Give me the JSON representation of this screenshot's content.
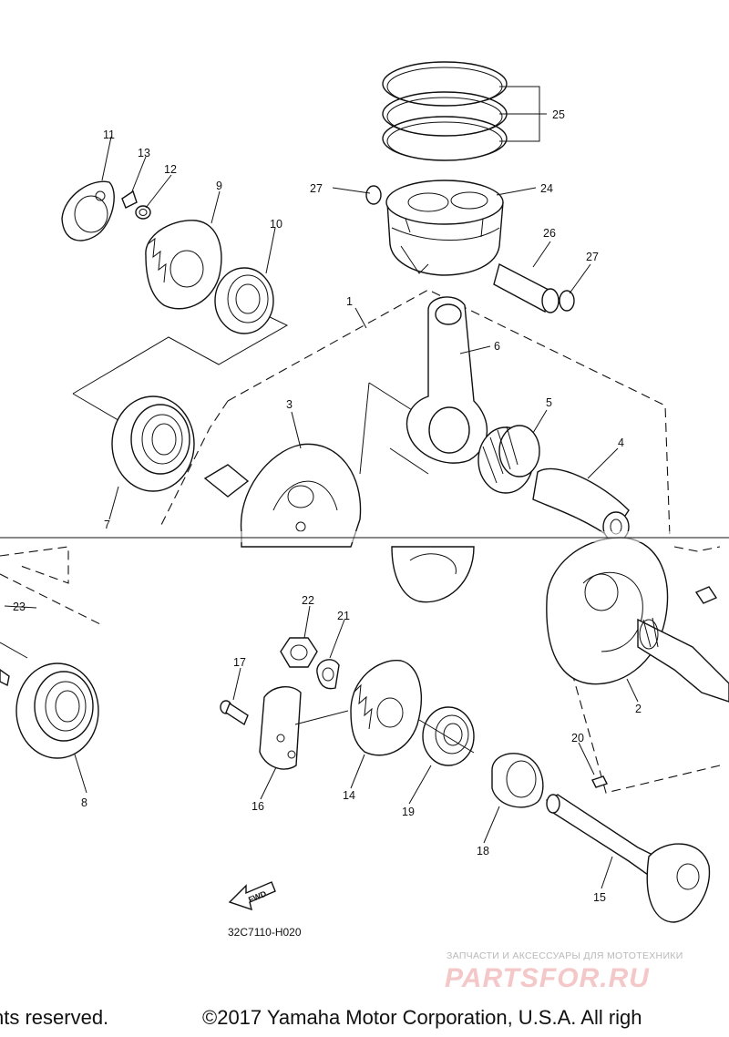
{
  "diagram": {
    "callouts": [
      {
        "id": "c1",
        "label": "1"
      },
      {
        "id": "c2",
        "label": "2"
      },
      {
        "id": "c3",
        "label": "3"
      },
      {
        "id": "c4",
        "label": "4"
      },
      {
        "id": "c5",
        "label": "5"
      },
      {
        "id": "c6",
        "label": "6"
      },
      {
        "id": "c7",
        "label": "7"
      },
      {
        "id": "c8",
        "label": "8"
      },
      {
        "id": "c9",
        "label": "9"
      },
      {
        "id": "c10",
        "label": "10"
      },
      {
        "id": "c11",
        "label": "11"
      },
      {
        "id": "c12",
        "label": "12"
      },
      {
        "id": "c13",
        "label": "13"
      },
      {
        "id": "c14",
        "label": "14"
      },
      {
        "id": "c15",
        "label": "15"
      },
      {
        "id": "c16",
        "label": "16"
      },
      {
        "id": "c17",
        "label": "17"
      },
      {
        "id": "c18",
        "label": "18"
      },
      {
        "id": "c19",
        "label": "19"
      },
      {
        "id": "c20",
        "label": "20"
      },
      {
        "id": "c21",
        "label": "21"
      },
      {
        "id": "c22",
        "label": "22"
      },
      {
        "id": "c23",
        "label": "23"
      },
      {
        "id": "c24",
        "label": "24"
      },
      {
        "id": "c25",
        "label": "25"
      },
      {
        "id": "c26",
        "label": "26"
      },
      {
        "id": "c27a",
        "label": "27"
      },
      {
        "id": "c27b",
        "label": "27"
      }
    ],
    "fwd_label": "FWD",
    "drawing_code": "32C7110-H020"
  },
  "watermark": {
    "tagline": "ЗАПЧАСТИ И АКСЕССУАРЫ ДЛЯ МОТОТЕХНИКИ",
    "logo": "PARTSFOR.RU"
  },
  "footer": {
    "left": "nts reserved.",
    "right": "©2017 Yamaha Motor Corporation, U.S.A. All righ"
  }
}
